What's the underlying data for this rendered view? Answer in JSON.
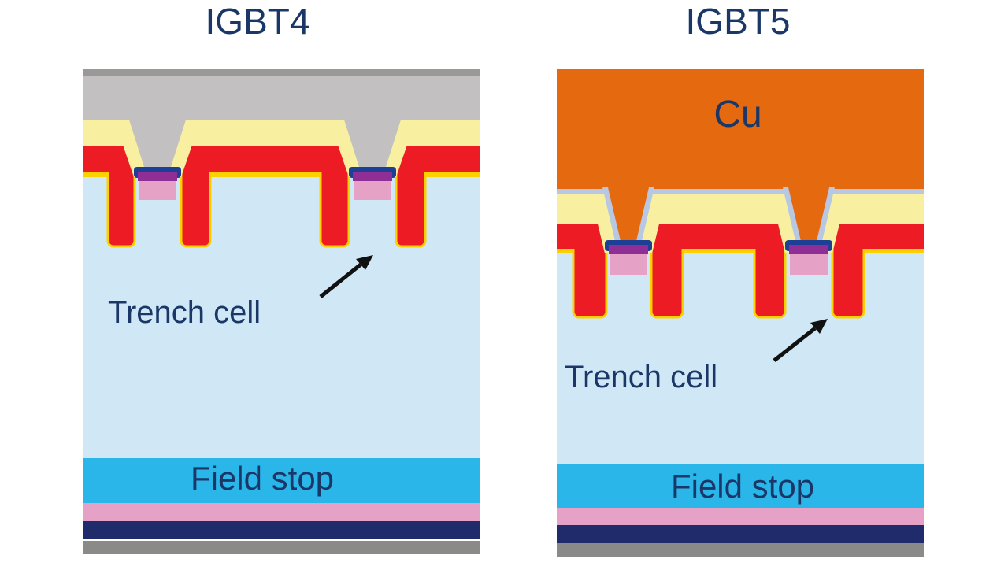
{
  "panels": [
    {
      "title": "IGBT4",
      "labels": {
        "trench_cell": "Trench cell",
        "field_stop": "Field stop"
      }
    },
    {
      "title": "IGBT5",
      "labels": {
        "cu": "Cu",
        "trench_cell": "Trench cell",
        "field_stop": "Field stop"
      }
    }
  ],
  "colors": {
    "label_text": "#1b3768",
    "al_metal_gray": "#c2c0c0",
    "al_metal_top_strip": "#9a9998",
    "cu_orange": "#e5690f",
    "barrier_liner_blue": "#b8c7e2",
    "dielectric_yellow": "#f8f0a0",
    "trench_outline_yellow": "#fdd000",
    "trench_red": "#ec1b24",
    "cell_contact_navy": "#1e3f96",
    "cell_contact_purple": "#8f2f95",
    "cell_contact_pink": "#e5a1c6",
    "drift_light_blue": "#d0e8f6",
    "field_stop_cyan": "#2ab6e9",
    "backside_pink": "#e5a1c6",
    "backside_navy": "#1f2b6b",
    "backside_gray": "#8a8a88",
    "arrow_black": "#111111",
    "background": "#ffffff"
  }
}
